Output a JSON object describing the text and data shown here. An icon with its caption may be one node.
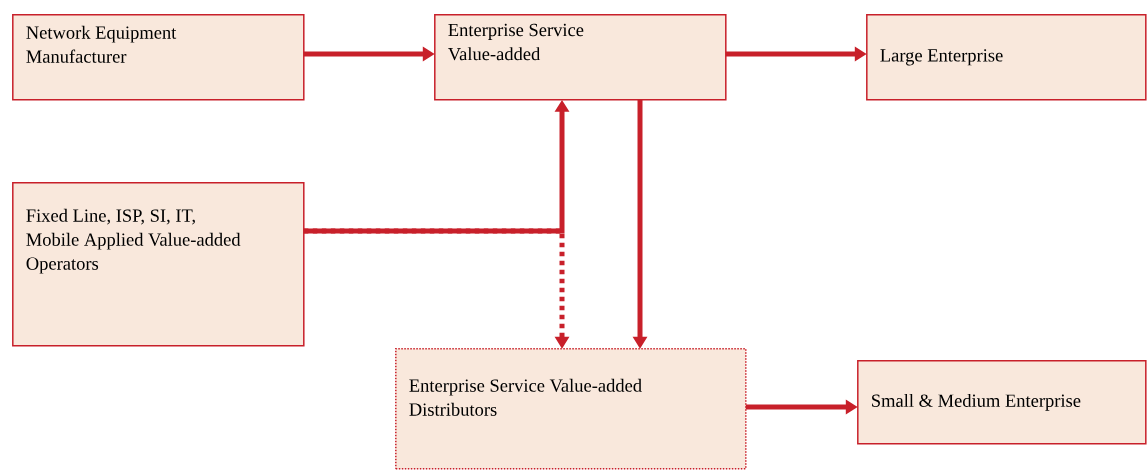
{
  "diagram": {
    "nodes": [
      {
        "text": [
          "Network Equipment Manufacturer"
        ]
      },
      {
        "text": [
          "Enterprise Service Value-added"
        ]
      },
      {
        "text": [
          "Large Enterprise"
        ]
      },
      {
        "text": [
          "Fixed Line, ISP, SI, IT, Mobile Applied Value-added Operators"
        ]
      },
      {
        "text": [
          "Enterprise Service Value-added Distributors"
        ]
      },
      {
        "text": [
          "Small & Medium Enterprise"
        ]
      }
    ],
    "edges": [
      {
        "from": 0,
        "to": 1,
        "arrow": "to"
      },
      {
        "from": 1,
        "to": 2,
        "arrow": "to"
      },
      {
        "from": 3,
        "to": 1,
        "arrow": "to"
      },
      {
        "from": 3,
        "to": 4,
        "arrow": "to",
        "style": "dashed"
      },
      {
        "from": 1,
        "to": 4,
        "arrow": "to"
      },
      {
        "from": 4,
        "to": 5,
        "arrow": "to"
      }
    ]
  }
}
